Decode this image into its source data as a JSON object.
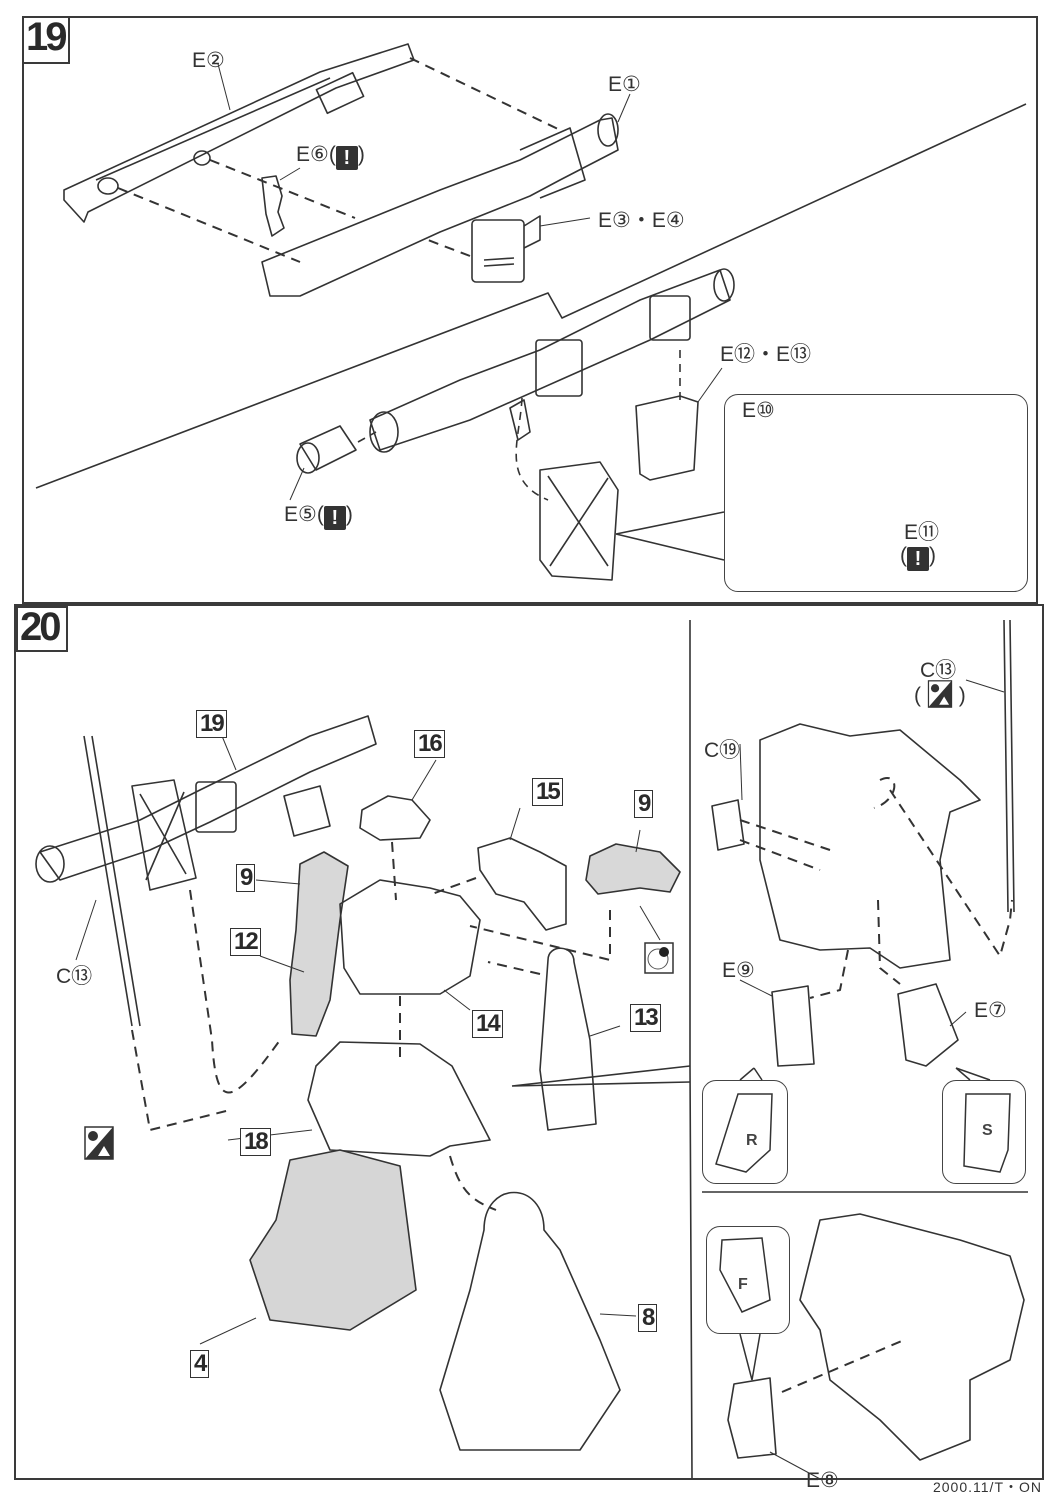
{
  "document": {
    "type": "assembly-instruction-page",
    "footer": "2000.11/T・ON"
  },
  "step19": {
    "number": "19",
    "labels": {
      "e2": "E②",
      "e1": "E①",
      "e6": "E⑥",
      "e3e4": "E③・E④",
      "e12e13": "E⑫・E⑬",
      "e10": "E⑩",
      "e11": "E⑪",
      "e5": "E⑤"
    },
    "caution_mark": "!",
    "paren_open": "(",
    "paren_close": ")"
  },
  "step20": {
    "number": "20",
    "part_boxes": [
      "19",
      "16",
      "15",
      "9",
      "9",
      "12",
      "14",
      "13",
      "18",
      "4",
      "8"
    ],
    "labels": {
      "c13_left": "C⑬",
      "c13_right": "C⑬",
      "c19": "C⑲",
      "e9": "E⑨",
      "e7": "E⑦",
      "e8": "E⑧"
    },
    "magazine_marks": {
      "r": "R",
      "s": "S",
      "f": "F"
    },
    "icons": [
      "cut-sprue-icon",
      "sticker-dot-icon"
    ]
  }
}
